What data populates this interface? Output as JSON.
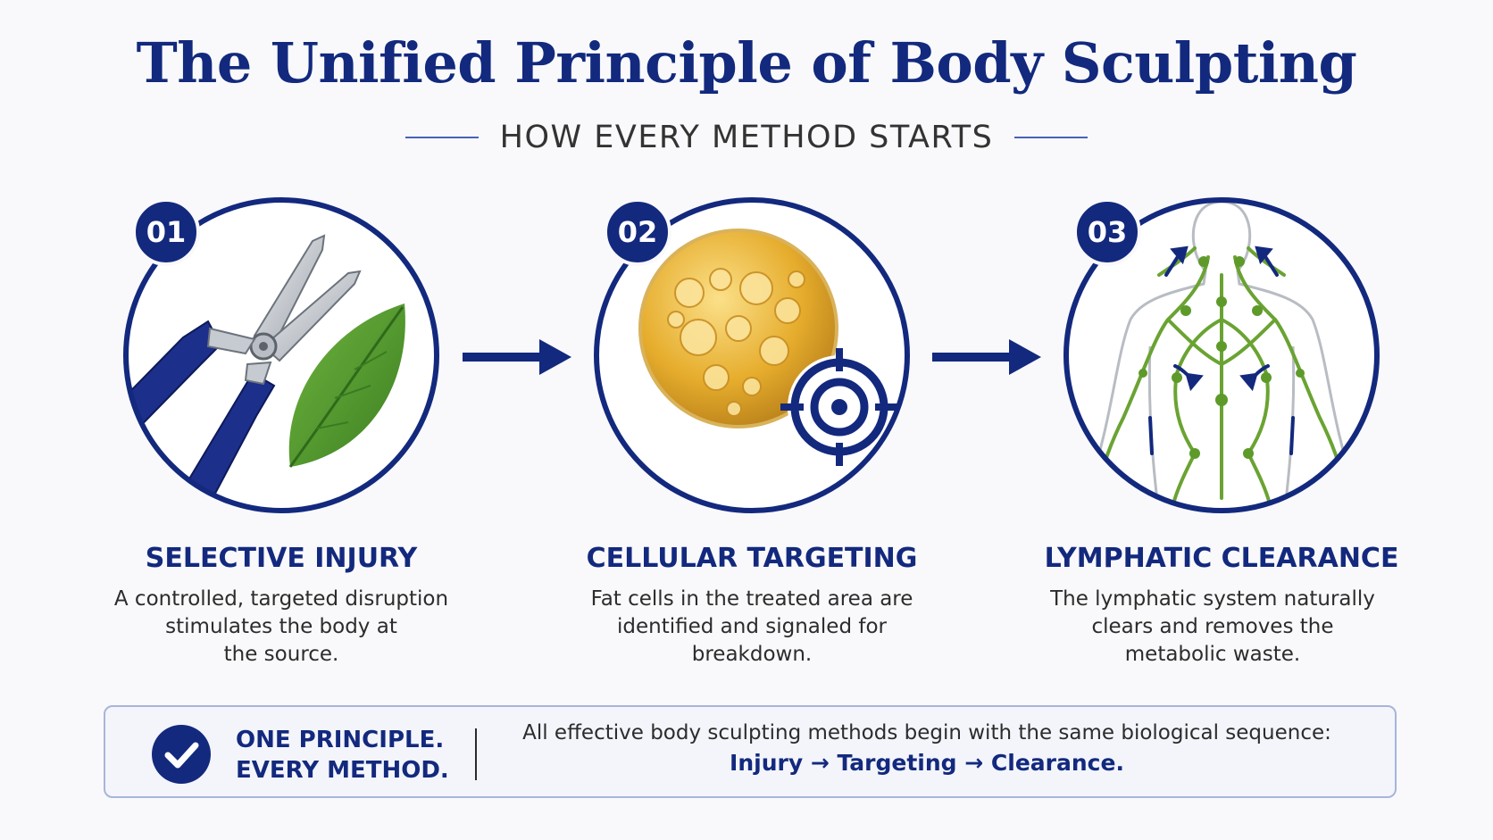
{
  "header": {
    "title": "The Unified Principle of Body Sculpting",
    "subtitle": "HOW EVERY METHOD STARTS"
  },
  "steps": [
    {
      "number": "01",
      "title": "SELECTIVE INJURY",
      "icon": "pruning-shears-leaf-icon",
      "description_lines": [
        "A controlled, targeted disruption",
        "stimulates the body at",
        "the source."
      ]
    },
    {
      "number": "02",
      "title": "CELLULAR TARGETING",
      "icon": "fat-cell-target-icon",
      "description_lines": [
        "Fat cells in the treated area are",
        "identified and signaled for",
        "breakdown."
      ]
    },
    {
      "number": "03",
      "title": "LYMPHATIC CLEARANCE",
      "icon": "lymphatic-body-icon",
      "description_lines": [
        "The lymphatic system naturally",
        "clears and removes the",
        "metabolic waste."
      ]
    }
  ],
  "summary": {
    "heading_line1": "ONE PRINCIPLE.",
    "heading_line2": "EVERY METHOD.",
    "text": "All effective body sculpting methods begin with the same biological sequence:",
    "sequence": "Injury → Targeting → Clearance.",
    "icon": "checkmark-icon"
  },
  "colors": {
    "navy": "#13297e",
    "gold": "#e3a92a",
    "leaf_green": "#4f9a2e",
    "lymph_green": "#6aa332"
  }
}
